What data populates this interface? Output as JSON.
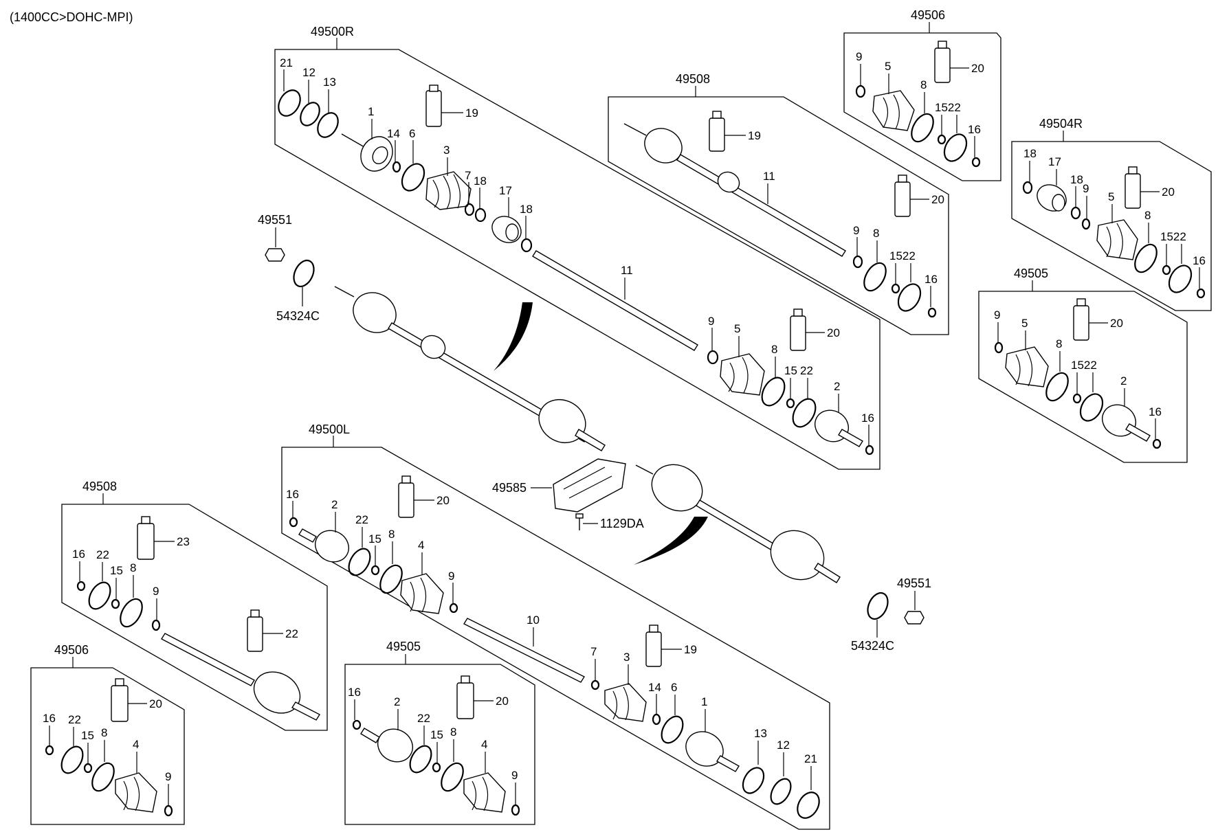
{
  "title": "(1400CC>DOHC-MPI)",
  "assemblies": {
    "a49500R": "49500R",
    "a49506_top": "49506",
    "a49508_top": "49508",
    "a49504R": "49504R",
    "a49505_right": "49505",
    "a49500L": "49500L",
    "a49508_left": "49508",
    "a49506_left": "49506",
    "a49505_bottom": "49505"
  },
  "standalone": {
    "nut_left": "49551",
    "washer_left": "54324C",
    "nut_right": "49551",
    "washer_right": "54324C",
    "bracket": "49585",
    "bolt": "1129DA"
  },
  "part_numbers": {
    "p1": "1",
    "p2": "2",
    "p3": "3",
    "p4": "4",
    "p5": "5",
    "p6": "6",
    "p7": "7",
    "p8": "8",
    "p9": "9",
    "p10": "10",
    "p11": "11",
    "p12": "12",
    "p13": "13",
    "p14": "14",
    "p15": "15",
    "p16": "16",
    "p17": "17",
    "p18": "18",
    "p19": "19",
    "p20": "20",
    "p21": "21",
    "p22": "22",
    "p23": "23",
    "p1522": "1522"
  }
}
